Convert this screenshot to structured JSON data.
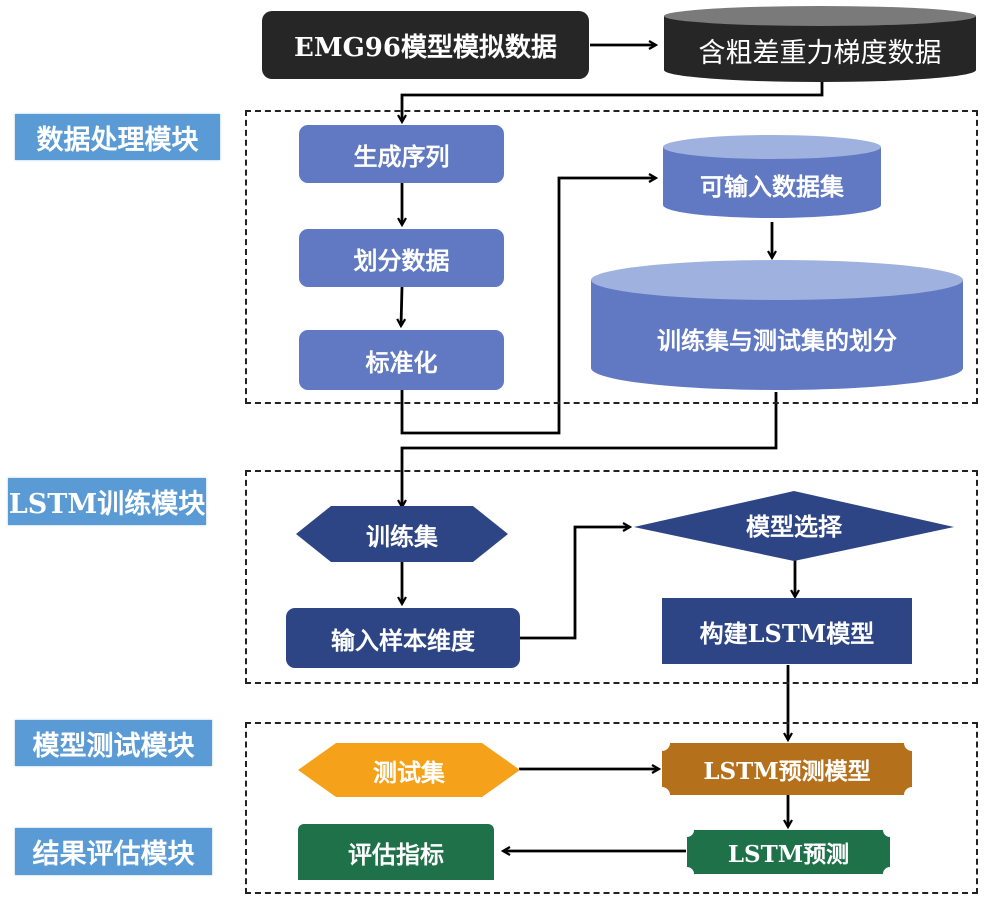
{
  "modules": {
    "data_processing": "数据处理模块",
    "lstm_training": "LSTM训练模块",
    "model_testing": "模型测试模块",
    "result_evaluation": "结果评估模块"
  },
  "nodes": {
    "emg96": "EMG96模型模拟数据",
    "gross_error_data": "含粗差重力梯度数据",
    "generate_sequence": "生成序列",
    "split_data": "划分数据",
    "standardize": "标准化",
    "input_dataset": "可输入数据集",
    "train_test_split": "训练集与测试集的划分",
    "training_set": "训练集",
    "input_dimension": "输入样本维度",
    "model_selection": "模型选择",
    "build_lstm": "构建LSTM模型",
    "test_set": "测试集",
    "lstm_predict_model": "LSTM预测模型",
    "evaluation_metrics": "评估指标",
    "lstm_predict": "LSTM预测"
  },
  "colors": {
    "black_node": "#262626",
    "light_blue_node": "#6079c2",
    "cylinder_top": "#9fb1de",
    "dark_navy": "#2e4585",
    "module_label": "#5b9bd5",
    "orange": "#f5a11a",
    "brown": "#b5701c",
    "green": "#1f7149"
  }
}
